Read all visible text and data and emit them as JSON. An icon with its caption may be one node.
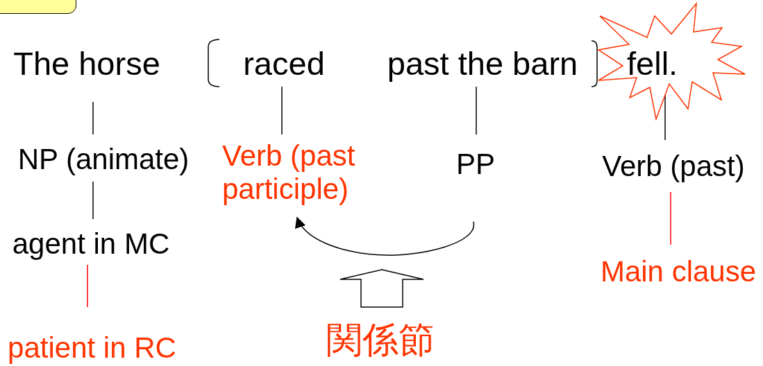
{
  "diagram": {
    "nodes": [
      {
        "text": [
          "The horse"
        ]
      },
      {
        "text": [
          "raced"
        ]
      },
      {
        "text": [
          "past the barn"
        ]
      },
      {
        "text": [
          "fell."
        ]
      },
      {
        "text": [
          "NP (animate)"
        ]
      },
      {
        "text": [
          "Verb (past participle)"
        ]
      },
      {
        "text": [
          "PP"
        ]
      },
      {
        "text": [
          "Verb (past)"
        ]
      },
      {
        "text": [
          "agent in MC"
        ]
      },
      {
        "text": [
          "patient in RC"
        ]
      },
      {
        "text": [
          "Main clause"
        ]
      },
      {
        "text": [
          "関係節"
        ]
      },
      {
        "text": [],
        "shape": "box"
      }
    ],
    "edges": [
      {
        "from": 0,
        "to": 4,
        "arrow": "none"
      },
      {
        "from": 4,
        "to": 8,
        "arrow": "none"
      },
      {
        "from": 8,
        "to": 9,
        "arrow": "none",
        "color": "#ff0000"
      },
      {
        "from": 1,
        "to": 5,
        "arrow": "none"
      },
      {
        "from": 2,
        "to": 6,
        "arrow": "none"
      },
      {
        "from": 3,
        "to": 7,
        "arrow": "none"
      },
      {
        "from": 7,
        "to": 10,
        "arrow": "none",
        "color": "#ff0000"
      },
      {
        "from": 6,
        "to": 5,
        "arrow": "to"
      }
    ]
  }
}
